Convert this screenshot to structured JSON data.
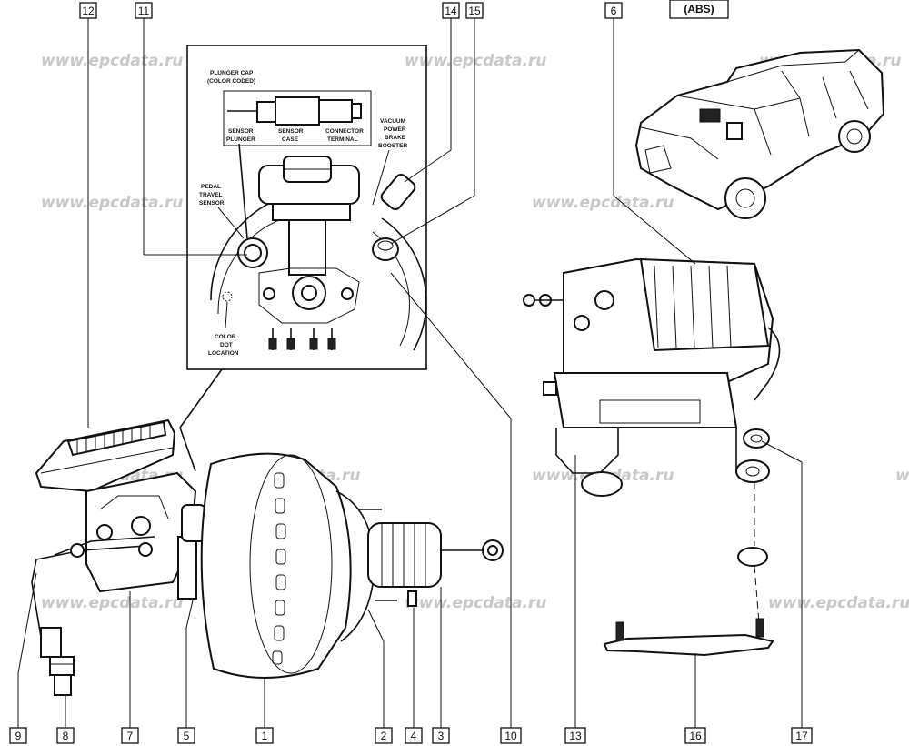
{
  "diagram": {
    "badge": "(ABS)",
    "watermark": "www.epcdata.ru",
    "callouts": [
      {
        "id": "c1",
        "label": "1"
      },
      {
        "id": "c2",
        "label": "2"
      },
      {
        "id": "c3",
        "label": "3"
      },
      {
        "id": "c4",
        "label": "4"
      },
      {
        "id": "c5",
        "label": "5"
      },
      {
        "id": "c6",
        "label": "6"
      },
      {
        "id": "c7",
        "label": "7"
      },
      {
        "id": "c8",
        "label": "8"
      },
      {
        "id": "c9",
        "label": "9"
      },
      {
        "id": "c10",
        "label": "10"
      },
      {
        "id": "c11",
        "label": "11"
      },
      {
        "id": "c12",
        "label": "12"
      },
      {
        "id": "c13",
        "label": "13"
      },
      {
        "id": "c14",
        "label": "14"
      },
      {
        "id": "c15",
        "label": "15"
      },
      {
        "id": "c16",
        "label": "16"
      },
      {
        "id": "c17",
        "label": "17"
      }
    ],
    "inset": {
      "plunger_cap_line1": "PLUNGER CAP",
      "plunger_cap_line2": "(COLOR CODED)",
      "sensor_plunger_line1": "SENSOR",
      "sensor_plunger_line2": "PLUNGER",
      "sensor_case_line1": "SENSOR",
      "sensor_case_line2": "CASE",
      "connector_line1": "CONNECTOR",
      "connector_line2": "TERMINAL",
      "booster_line1": "VACUUM",
      "booster_line2": "POWER",
      "booster_line3": "BRAKE",
      "booster_line4": "BOOSTER",
      "pedal_line1": "PEDAL",
      "pedal_line2": "TRAVEL",
      "pedal_line3": "SENSOR",
      "dot_line1": "COLOR",
      "dot_line2": "DOT",
      "dot_line3": "LOCATION"
    }
  }
}
